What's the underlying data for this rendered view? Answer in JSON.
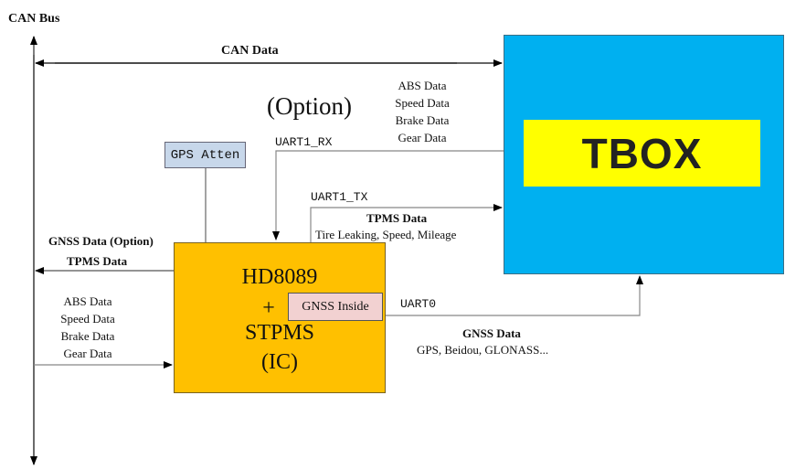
{
  "diagram": {
    "can_bus_label": "CAN Bus",
    "can_data_label": "CAN Data",
    "option_label": "(Option)",
    "tbox": {
      "title": "TBOX",
      "color": "#00b0f0",
      "label_bg": "#ffff00"
    },
    "chip": {
      "lines": [
        "HD8089",
        "+",
        "STPMS",
        "(IC)"
      ],
      "color": "#ffc000",
      "gnss_inside": "GNSS Inside"
    },
    "gps_atten": "GPS Atten",
    "uart1_rx": {
      "label": "UART1_RX",
      "data": [
        "ABS Data",
        "Speed Data",
        "Brake Data",
        "Gear Data"
      ]
    },
    "uart1_tx": {
      "label": "UART1_TX",
      "title": "TPMS Data",
      "detail": "Tire Leaking, Speed, Mileage"
    },
    "uart0": {
      "label": "UART0",
      "title": "GNSS Data",
      "detail": "GPS, Beidou, GLONASS..."
    },
    "to_can": {
      "line1": "GNSS Data (Option)",
      "line2": "TPMS Data"
    },
    "from_can": {
      "data": [
        "ABS Data",
        "Speed Data",
        "Brake Data",
        "Gear Data"
      ]
    }
  }
}
